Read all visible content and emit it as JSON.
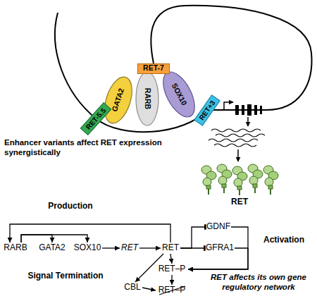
{
  "diagram": {
    "nodes": [
      {
        "text": [
          "RET-7"
        ]
      },
      {
        "text": [
          "GATA2"
        ]
      },
      {
        "text": [
          "RARB"
        ]
      },
      {
        "text": [
          "SOX10"
        ]
      },
      {
        "text": [
          "RET-5.5"
        ]
      },
      {
        "text": [
          "RET+3"
        ]
      },
      {
        "text": [
          "RARB"
        ]
      },
      {
        "text": [
          "GATA2"
        ]
      },
      {
        "text": [
          "SOX10"
        ]
      },
      {
        "text": [
          "RET"
        ]
      },
      {
        "text": [
          "RET"
        ]
      },
      {
        "text": [
          "GDNF"
        ]
      },
      {
        "text": [
          "GFRA1"
        ]
      },
      {
        "text": [
          "CBL"
        ]
      },
      {
        "text": [
          "RET–P"
        ]
      },
      {
        "text": [
          "RET–P"
        ]
      }
    ],
    "edges": [
      {
        "from": 6,
        "to": 7,
        "arrow": "to"
      },
      {
        "from": 6,
        "to": 8,
        "arrow": "to"
      },
      {
        "from": 8,
        "to": 9,
        "arrow": "to"
      },
      {
        "from": 9,
        "to": 10,
        "arrow": "to"
      },
      {
        "from": 10,
        "to": 6,
        "arrow": "to"
      },
      {
        "from": 10,
        "to": 11,
        "arrow": "to"
      },
      {
        "from": 10,
        "to": 12,
        "arrow": "to"
      },
      {
        "from": 11,
        "to": 14,
        "arrow": "to"
      },
      {
        "from": 12,
        "to": 14,
        "arrow": "to"
      },
      {
        "from": 10,
        "to": 14,
        "arrow": "to"
      },
      {
        "from": 10,
        "to": 13,
        "arrow": "to"
      },
      {
        "from": 14,
        "to": 15,
        "arrow": "to"
      },
      {
        "from": 13,
        "to": 15,
        "arrow": "to"
      }
    ],
    "labels": [
      "Enhancer variants affect RET expression synergistically",
      "RET",
      "Production",
      "Activation",
      "Signal Termination",
      "RET affects its own gene regulatory network"
    ]
  }
}
